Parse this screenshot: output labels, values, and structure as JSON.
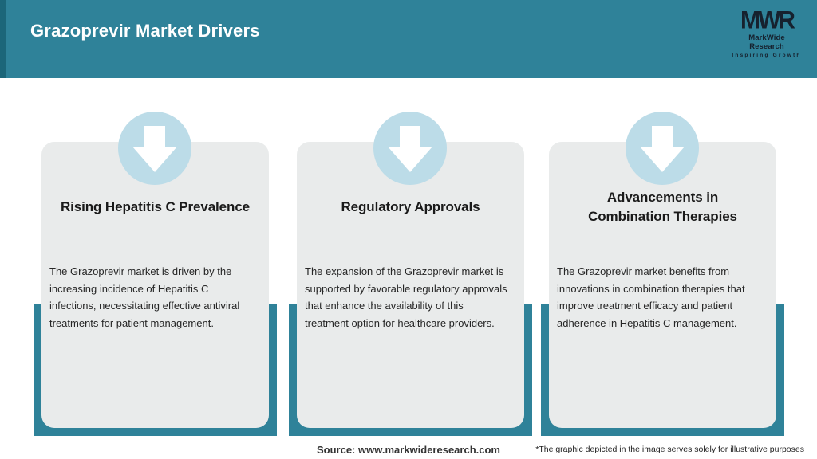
{
  "header": {
    "title": "Grazoprevir Market Drivers",
    "logo": {
      "monogram": "MWR",
      "name": "MarkWide Research",
      "tagline": "Inspiring Growth"
    }
  },
  "cards": [
    {
      "icon": "down-arrow-icon",
      "title": "Rising Hepatitis C Prevalence",
      "body": "The Grazoprevir market is driven by the\nincreasing incidence of Hepatitis C\ninfections, necessitating effective antiviral\ntreatments for patient management."
    },
    {
      "icon": "down-arrow-icon",
      "title": "Regulatory Approvals",
      "body": "The expansion of the Grazoprevir market is\nsupported by favorable regulatory approvals\nthat enhance the availability of this\ntreatment option for healthcare providers."
    },
    {
      "icon": "down-arrow-icon",
      "title": "Advancements in\nCombination Therapies",
      "body": "The Grazoprevir market benefits from\ninnovations in combination therapies that\nimprove treatment efficacy and patient\nadherence in Hepatitis C management."
    }
  ],
  "footer": {
    "source": "Source: www.markwideresearch.com",
    "disclaimer": "*The graphic depicted in the image serves solely for illustrative purposes"
  },
  "colors": {
    "header_teal": "#2F8299",
    "header_stripe": "#1C6679",
    "band_teal": "#2F8299",
    "circle_blue": "#BCDCE8",
    "card_gray": "#E9EBEB",
    "title_text": "#1A1A1A",
    "body_text": "#262626",
    "logo_navy": "#16212E",
    "header_text": "#FFFFFF"
  }
}
